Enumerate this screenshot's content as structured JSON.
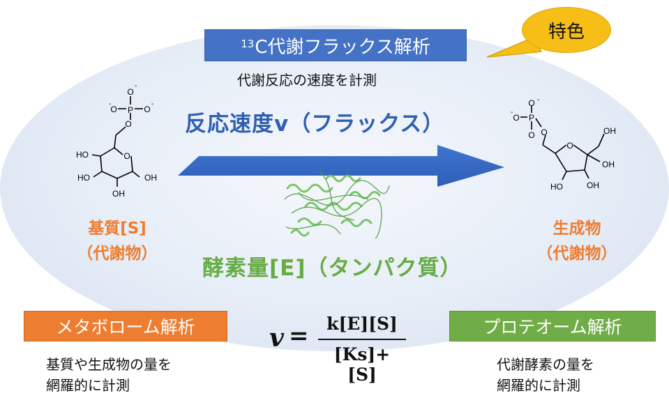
{
  "header": {
    "title_sup": "13",
    "title_main": "C代謝フラックス解析",
    "subtitle": "代謝反応の速度を計測",
    "badge": "特色"
  },
  "center": {
    "flux_label": "反応速度v（フラックス）",
    "enzyme_label": "酵素量[E]（タンパク質）"
  },
  "substrate": {
    "label_line1": "基質[S]",
    "label_line2": "（代謝物）",
    "atoms": {
      "phosphorus": "P",
      "oxygen": "O",
      "charge": "-",
      "hydroxyl": "OH",
      "hydroxyl_left": "HO"
    }
  },
  "product": {
    "label_line1": "生成物",
    "label_line2": "（代謝物）",
    "atoms": {
      "phosphorus": "P",
      "oxygen": "O",
      "charge": "-",
      "hydroxyl": "OH",
      "hydroxyl_left": "HO"
    }
  },
  "left_panel": {
    "title": "メタボローム解析",
    "desc_line1": "基質や生成物の量を",
    "desc_line2": "網羅的に計測"
  },
  "right_panel": {
    "title": "プロテオーム解析",
    "desc_line1": "代謝酵素の量を",
    "desc_line2": "網羅的に計測"
  },
  "equation": {
    "lhs": "v",
    "equals": "=",
    "numerator": "k[E][S]",
    "denominator": "[Ks]+[S]"
  },
  "colors": {
    "blue": "#4472c4",
    "orange": "#ed7d31",
    "green": "#70ad47",
    "yellow": "#f6be17"
  },
  "icons": [
    "protein-structure-icon",
    "arrow-right-icon",
    "speech-bubble-icon"
  ]
}
